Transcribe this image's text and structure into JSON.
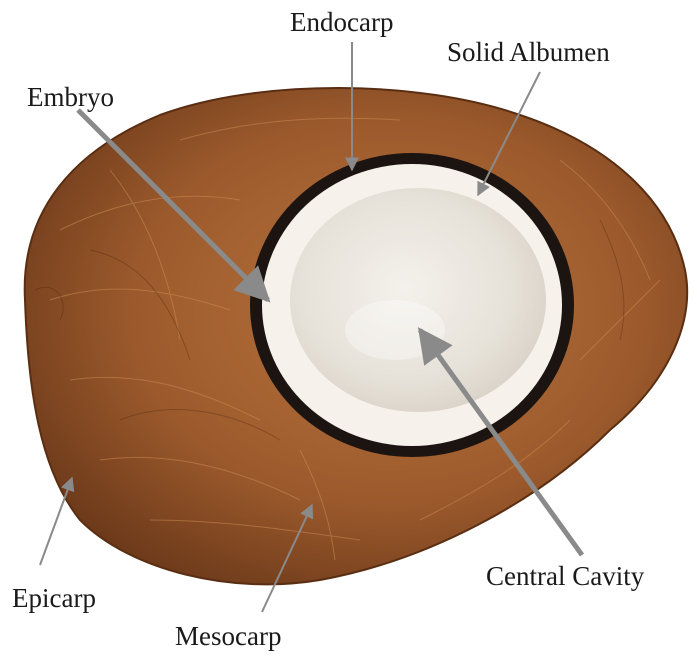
{
  "labels": {
    "endocarp": "Endocarp",
    "solid_albumen": "Solid Albumen",
    "embryo": "Embryo",
    "central_cavity": "Central Cavity",
    "epicarp": "Epicarp",
    "mesocarp": "Mesocarp"
  },
  "colors": {
    "husk": "#9c5a2c",
    "husk_dark": "#6b3a1a",
    "endocarp_shell": "#1c1410",
    "albumen": "#f6f1ea",
    "cavity": "#e9e4dc",
    "arrow": "#8a8a8a"
  }
}
